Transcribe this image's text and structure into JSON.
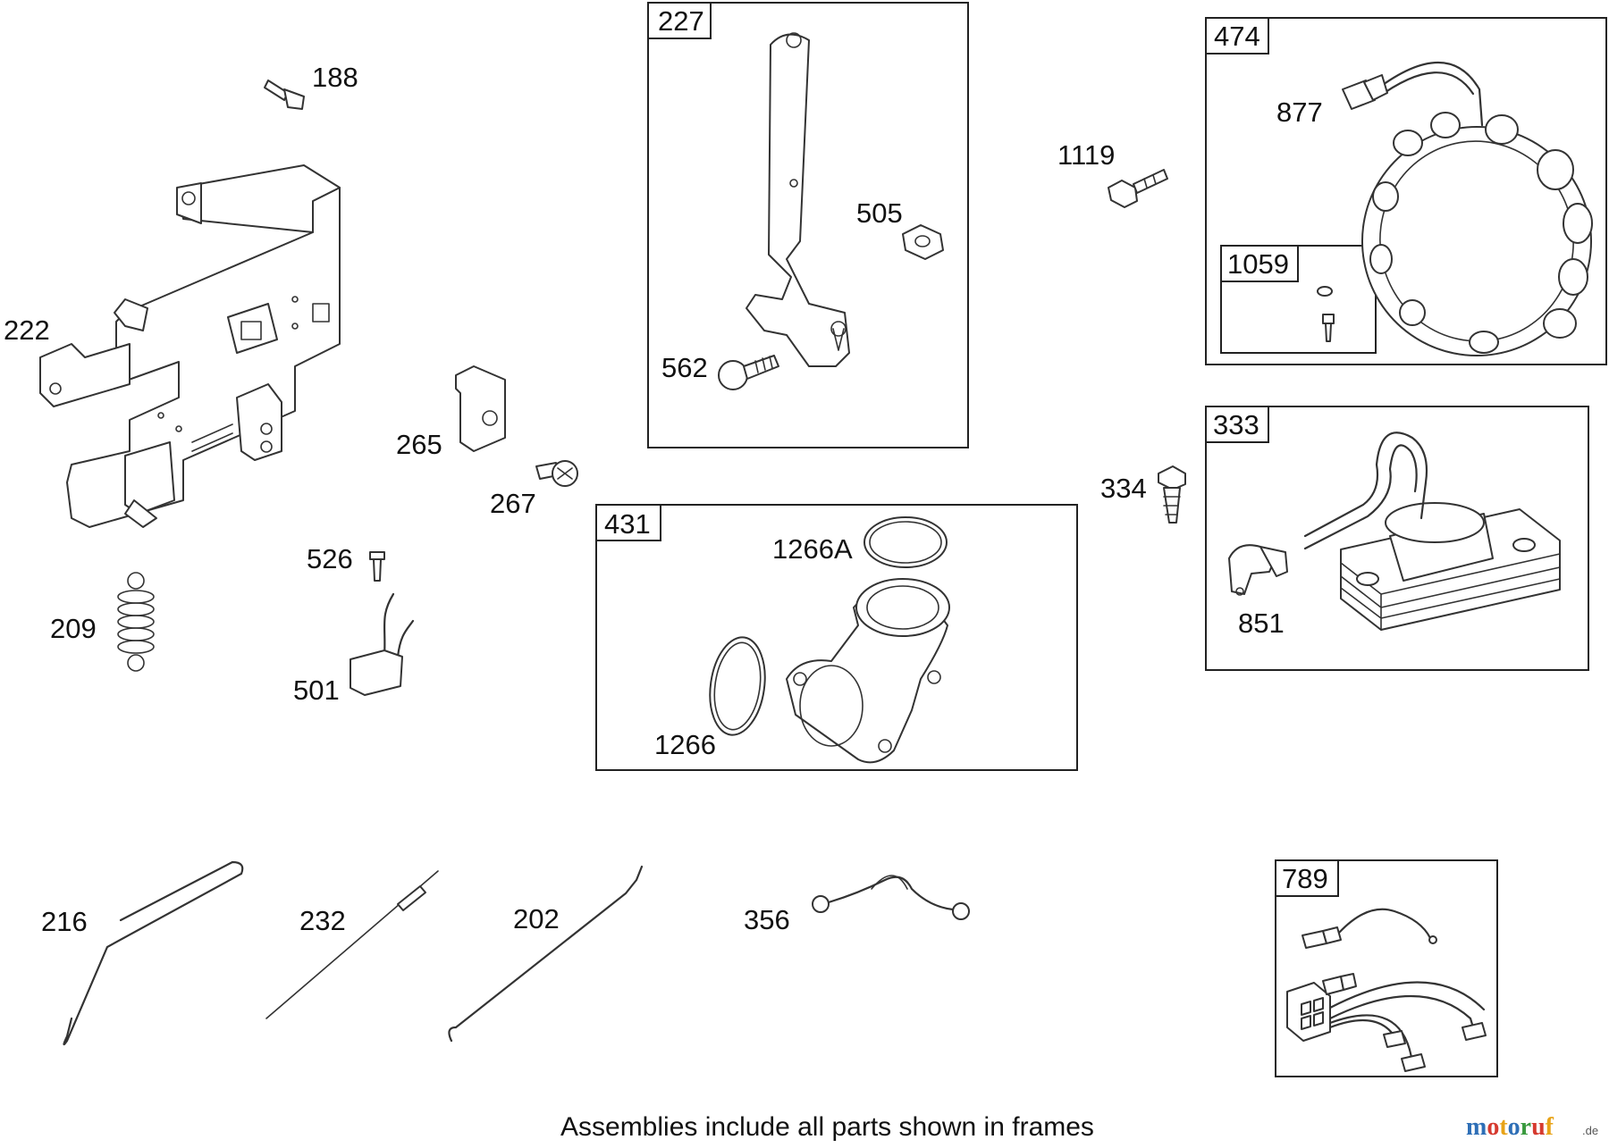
{
  "caption": "Assemblies include all parts shown in frames",
  "watermark": {
    "letters": [
      "m",
      "o",
      "t",
      "o",
      "r",
      "u",
      "f"
    ],
    "letter_colors": [
      "#2e6fb7",
      "#d63a2f",
      "#e8a317",
      "#2e6fb7",
      "#3a9a3f",
      "#d63a2f",
      "#e8a317"
    ],
    "suffix": ".de"
  },
  "parts": {
    "p188": "188",
    "p222": "222",
    "p209": "209",
    "p265": "265",
    "p267": "267",
    "p526": "526",
    "p501": "501",
    "p216": "216",
    "p232": "232",
    "p202": "202",
    "p356": "356",
    "p505": "505",
    "p562": "562",
    "p1266a": "1266A",
    "p1266": "1266",
    "p1119": "1119",
    "p877": "877",
    "p334": "334",
    "p851": "851"
  },
  "frames": {
    "f227": "227",
    "f431": "431",
    "f474": "474",
    "f1059": "1059",
    "f333": "333",
    "f789": "789"
  }
}
